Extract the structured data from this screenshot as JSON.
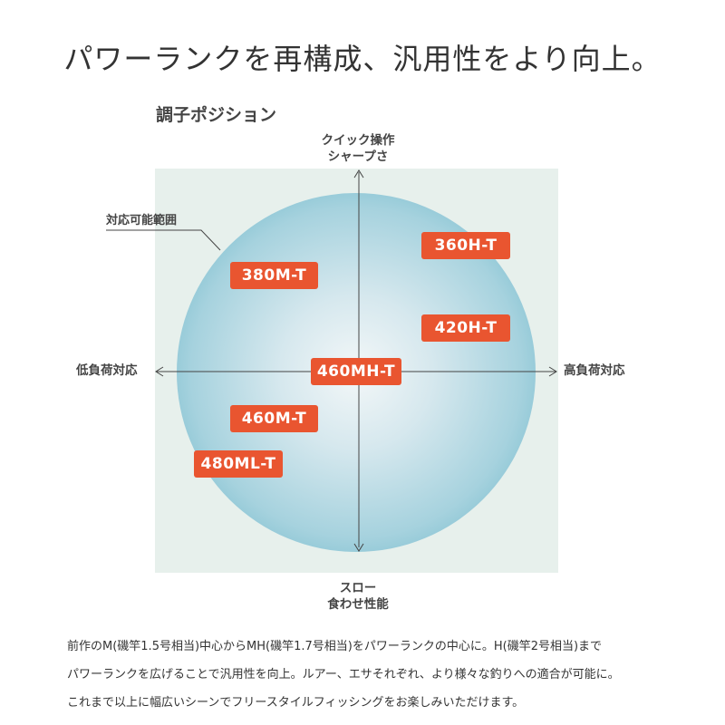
{
  "headline": "パワーランクを再構成、汎用性をより向上。",
  "diagram": {
    "title": "調子ポジション",
    "axis_top": [
      "クイック操作",
      "シャープさ"
    ],
    "axis_bottom": [
      "スロー",
      "食わせ性能"
    ],
    "axis_left": "低負荷対応",
    "axis_right": "高負荷対応",
    "range_label": "対応可能範囲",
    "tag_color": "#e95530",
    "tags": [
      "360H-T",
      "380M-T",
      "420H-T",
      "460MH-T",
      "460M-T",
      "480ML-T"
    ]
  },
  "description": [
    "前作のM(磯竿1.5号相当)中心からMH(磯竿1.7号相当)をパワーランクの中心に。H(磯竿2号相当)まで",
    "パワーランクを広げることで汎用性を向上。ルアー、エサそれぞれ、より様々な釣りへの適合が可能に。",
    "これまで以上に幅広いシーンでフリースタイルフィッシングをお楽しみいただけます。"
  ]
}
